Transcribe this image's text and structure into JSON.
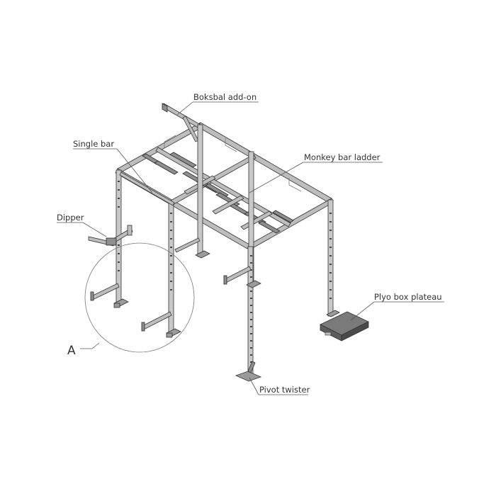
{
  "labels": {
    "boksbal": "Boksbal add-on",
    "single_bar": "Single bar",
    "monkey_bar": "Monkey bar ladder",
    "dipper": "Dipper",
    "plyo_box": "Plyo box plateau",
    "pivot_twister": "Pivot twister",
    "detail_a": "A"
  }
}
